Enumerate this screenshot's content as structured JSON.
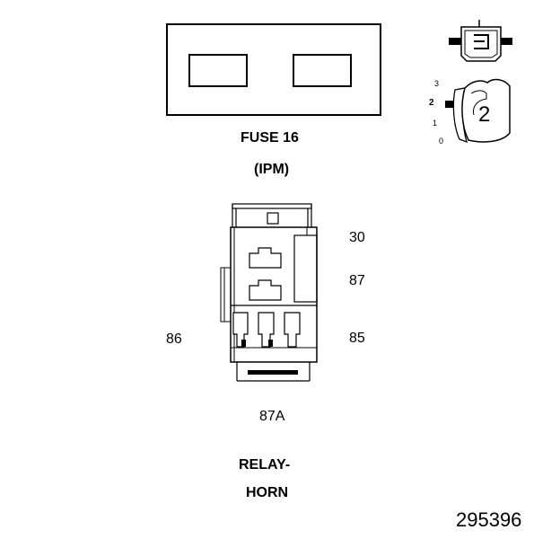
{
  "fuse": {
    "title": "FUSE 16",
    "location": "(IPM)"
  },
  "ignition_switch": {
    "positions": [
      "3",
      "2",
      "1",
      "0"
    ],
    "selected": "2"
  },
  "relay": {
    "pins": {
      "p30": "30",
      "p87": "87",
      "p86": "86",
      "p85": "85",
      "p87a": "87A"
    },
    "title_line1": "RELAY-",
    "title_line2": "HORN"
  },
  "figure_number": "295396"
}
